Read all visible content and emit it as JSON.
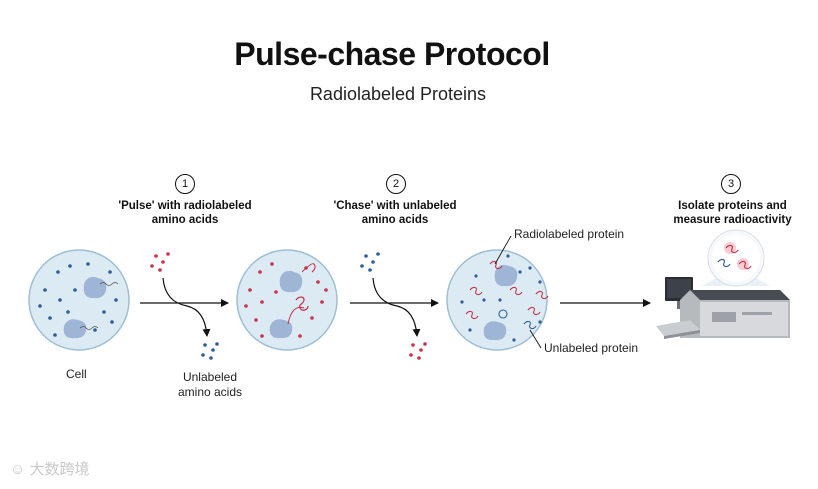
{
  "header": {
    "title": "Pulse-chase Protocol",
    "subtitle": "Radiolabeled Proteins"
  },
  "steps": [
    {
      "number": "1",
      "label_line1": "'Pulse' with radiolabeled",
      "label_line2": "amino acids"
    },
    {
      "number": "2",
      "label_line1": "'Chase' with unlabeled",
      "label_line2": "amino acids"
    },
    {
      "number": "3",
      "label_line1": "Isolate proteins and",
      "label_line2": "measure radioactivity"
    }
  ],
  "labels": {
    "cell": "Cell",
    "unlabeled_amino_line1": "Unlabeled",
    "unlabeled_amino_line2": "amino acids",
    "radiolabeled_protein": "Radiolabeled protein",
    "unlabeled_protein": "Unlabeled protein"
  },
  "colors": {
    "cell_fill": "#dceaf3",
    "cell_stroke": "#9fbfd3",
    "nucleus": "#9fb5d6",
    "radiolabeled": "#c8324a",
    "unlabeled": "#2f5d9c",
    "arrow": "#111111"
  },
  "watermark": "大数跨境"
}
